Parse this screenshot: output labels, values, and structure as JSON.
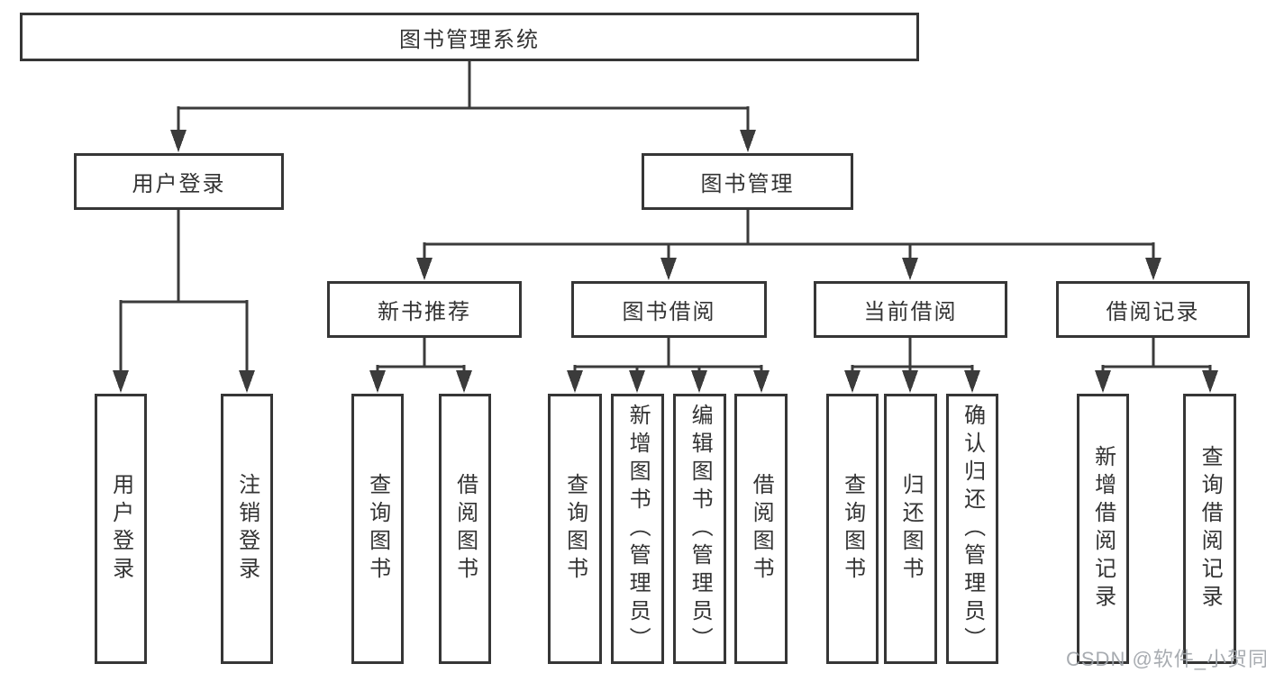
{
  "tree": {
    "label": "图书管理系统",
    "children": [
      {
        "label": "用户登录",
        "children": [
          {
            "label": "用户登录"
          },
          {
            "label": "注销登录"
          }
        ]
      },
      {
        "label": "图书管理",
        "children": [
          {
            "label": "新书推荐",
            "children": [
              {
                "label": "查询图书"
              },
              {
                "label": "借阅图书"
              }
            ]
          },
          {
            "label": "图书借阅",
            "children": [
              {
                "label": "查询图书"
              },
              {
                "label": "新增图书（管理员）"
              },
              {
                "label": "编辑图书（管理员）"
              },
              {
                "label": "借阅图书"
              }
            ]
          },
          {
            "label": "当前借阅",
            "children": [
              {
                "label": "查询图书"
              },
              {
                "label": "归还图书"
              },
              {
                "label": "确认归还（管理员）"
              }
            ]
          },
          {
            "label": "借阅记录",
            "children": [
              {
                "label": "新增借阅记录"
              },
              {
                "label": "查询借阅记录"
              }
            ]
          }
        ]
      }
    ]
  },
  "watermark": "CSDN @软件_小贺同学",
  "colors": {
    "line": "#3b3b3b",
    "box_border": "#363636",
    "box_fill": "#ffffff",
    "text": "#333333",
    "watermark": "#9ea3a8",
    "background": "#ffffff"
  }
}
